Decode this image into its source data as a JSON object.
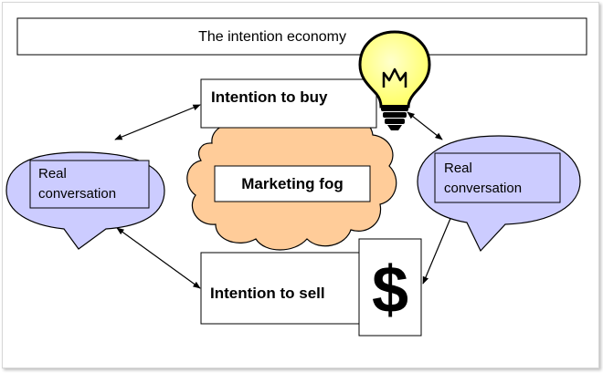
{
  "title": "The intention economy",
  "boxes": {
    "intention_to_buy": "Intention to buy",
    "intention_to_sell": "Intention to sell",
    "marketing_fog": "Marketing fog"
  },
  "bubbles": {
    "left": {
      "line1": "Real",
      "line2": "conversation"
    },
    "right": {
      "line1": "Real",
      "line2": "conversation"
    }
  },
  "icons": {
    "dollar": {
      "name": "dollar-icon",
      "glyph": "$"
    },
    "bulb": {
      "name": "lightbulb-icon"
    }
  },
  "colors": {
    "bubble_fill": "#ccccff",
    "fog_fill": "#ffcc99",
    "outline": "#000000"
  }
}
